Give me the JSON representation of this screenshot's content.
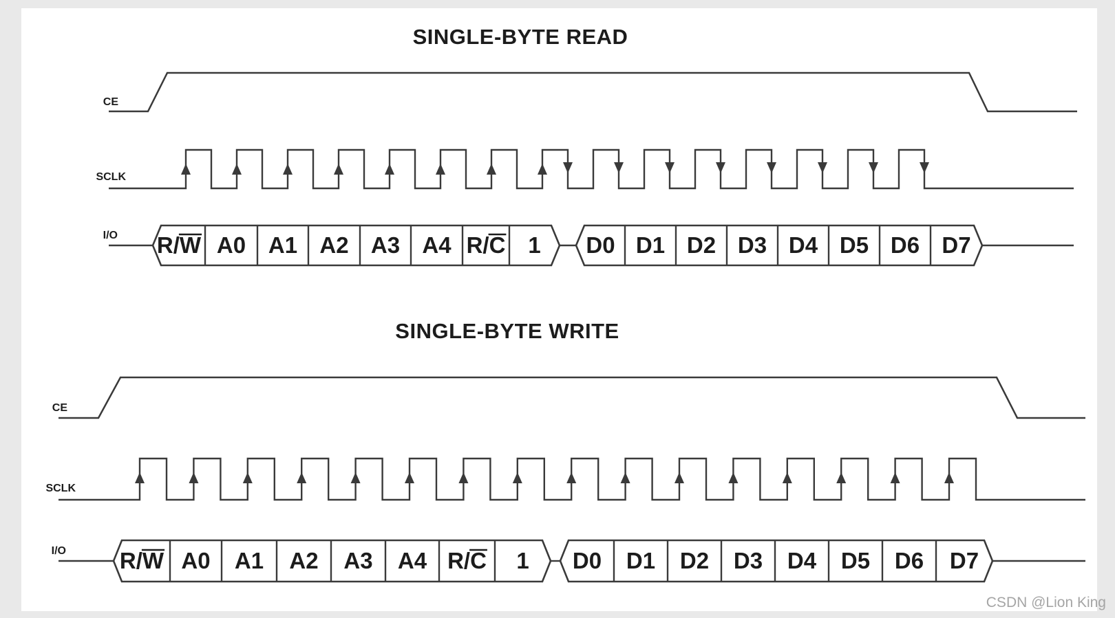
{
  "watermark": "CSDN @Lion King",
  "colors": {
    "line": "#3a3a3a",
    "text": "#1c1c1c",
    "paper": "#ffffff",
    "frame": "#e9e9e9",
    "watermark": "#a5a5a5"
  },
  "diagrams": [
    {
      "id": "read",
      "title": "SINGLE-BYTE READ",
      "signals": {
        "ce": "CE",
        "sclk": "SCLK",
        "io": "I/O"
      },
      "sclk": {
        "pulse_count": 15,
        "rising_edge_arrows": [
          1,
          2,
          3,
          4,
          5,
          6,
          7,
          8
        ],
        "falling_edge_arrows": [
          8,
          9,
          10,
          11,
          12,
          13,
          14,
          15
        ]
      },
      "io_bits": {
        "command": [
          {
            "text": "R/",
            "over": "W"
          },
          {
            "text": "A0"
          },
          {
            "text": "A1"
          },
          {
            "text": "A2"
          },
          {
            "text": "A3"
          },
          {
            "text": "A4"
          },
          {
            "text": "R/",
            "over": "C"
          },
          {
            "text": "1"
          }
        ],
        "data": [
          {
            "text": "D0"
          },
          {
            "text": "D1"
          },
          {
            "text": "D2"
          },
          {
            "text": "D3"
          },
          {
            "text": "D4"
          },
          {
            "text": "D5"
          },
          {
            "text": "D6"
          },
          {
            "text": "D7"
          }
        ]
      }
    },
    {
      "id": "write",
      "title": "SINGLE-BYTE WRITE",
      "signals": {
        "ce": "CE",
        "sclk": "SCLK",
        "io": "I/O"
      },
      "sclk": {
        "pulse_count": 16,
        "rising_edge_arrows": [
          1,
          2,
          3,
          4,
          5,
          6,
          7,
          8,
          9,
          10,
          11,
          12,
          13,
          14,
          15,
          16
        ],
        "falling_edge_arrows": []
      },
      "io_bits": {
        "command": [
          {
            "text": "R/",
            "over": "W"
          },
          {
            "text": "A0"
          },
          {
            "text": "A1"
          },
          {
            "text": "A2"
          },
          {
            "text": "A3"
          },
          {
            "text": "A4"
          },
          {
            "text": "R/",
            "over": "C"
          },
          {
            "text": "1"
          }
        ],
        "data": [
          {
            "text": "D0"
          },
          {
            "text": "D1"
          },
          {
            "text": "D2"
          },
          {
            "text": "D3"
          },
          {
            "text": "D4"
          },
          {
            "text": "D5"
          },
          {
            "text": "D6"
          },
          {
            "text": "D7"
          }
        ]
      }
    }
  ]
}
